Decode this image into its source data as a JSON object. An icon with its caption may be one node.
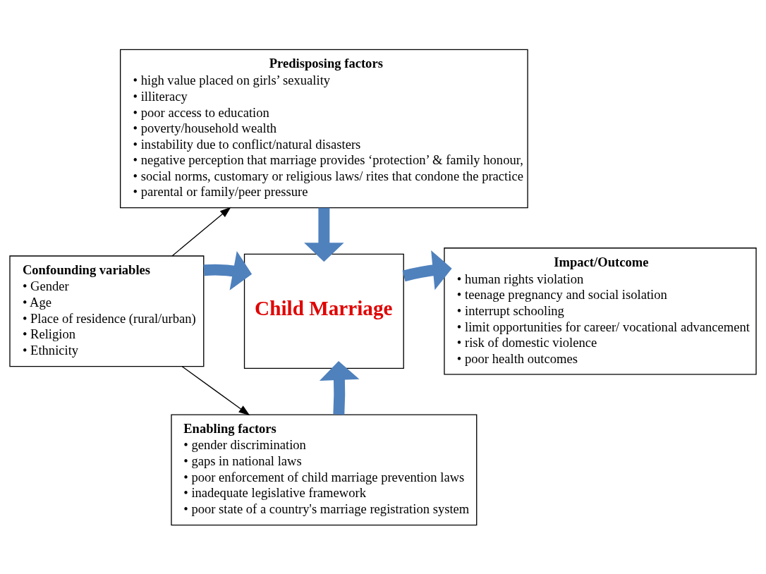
{
  "diagram": {
    "nodes": [
      {
        "text": [
          "Predisposing factors",
          "• high value placed on girls’ sexuality",
          "• illiteracy",
          "• poor access to education",
          "• poverty/household wealth",
          "• instability due to conflict/natural disasters",
          "• negative perception that marriage provides ‘protection’ & family honour,",
          "• social norms, customary or religious laws/ rites that condone the practice",
          "• parental or family/peer pressure"
        ]
      },
      {
        "text": [
          "Child Marriage"
        ]
      },
      {
        "text": [
          "Confounding variables",
          "• Gender",
          "• Age",
          "• Place of residence (rural/urban)",
          "• Religion",
          "• Ethnicity"
        ]
      },
      {
        "text": [
          "Impact/Outcome",
          "• human rights violation",
          "• teenage pregnancy and social isolation",
          "• interrupt schooling",
          "• limit opportunities for career/ vocational advancement",
          "• risk of domestic violence",
          "• poor health outcomes"
        ]
      },
      {
        "text": [
          "Enabling factors",
          "• gender discrimination",
          "• gaps in national laws",
          "• poor enforcement of child marriage prevention laws",
          "• inadequate legislative framework",
          "• poor state of a country's marriage registration system"
        ]
      }
    ],
    "edges": [
      {
        "from": 2,
        "to": 0,
        "arrow": "to",
        "color": "#000000"
      },
      {
        "from": 2,
        "to": 4,
        "arrow": "to",
        "color": "#000000"
      },
      {
        "from": 0,
        "to": 1,
        "arrow": "to"
      },
      {
        "from": 2,
        "to": 1,
        "arrow": "to"
      },
      {
        "from": 4,
        "to": 1,
        "arrow": "to"
      },
      {
        "from": 1,
        "to": 3,
        "arrow": "to"
      }
    ]
  }
}
